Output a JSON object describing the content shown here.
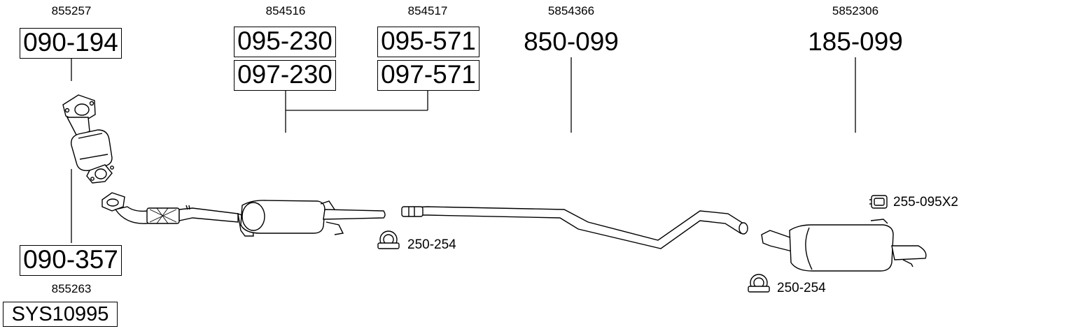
{
  "parts": {
    "cat_front": {
      "oem": "855257",
      "code": "090-194"
    },
    "front_pipe": {
      "oem": "855263",
      "code": "090-357"
    },
    "middle_a": {
      "oem": "854516",
      "code_top": "095-230",
      "code_bottom": "097-230"
    },
    "middle_b": {
      "oem": "854517",
      "code_top": "095-571",
      "code_bottom": "097-571"
    },
    "intermediate_pipe": {
      "oem": "5854366",
      "code": "850-099"
    },
    "rear_silencer": {
      "oem": "5852306",
      "code": "185-099"
    }
  },
  "accessories": {
    "clamp_1": "250-254",
    "clamp_2": "250-254",
    "rubber_mount": "255-095X2"
  },
  "system_code": "SYS10995"
}
